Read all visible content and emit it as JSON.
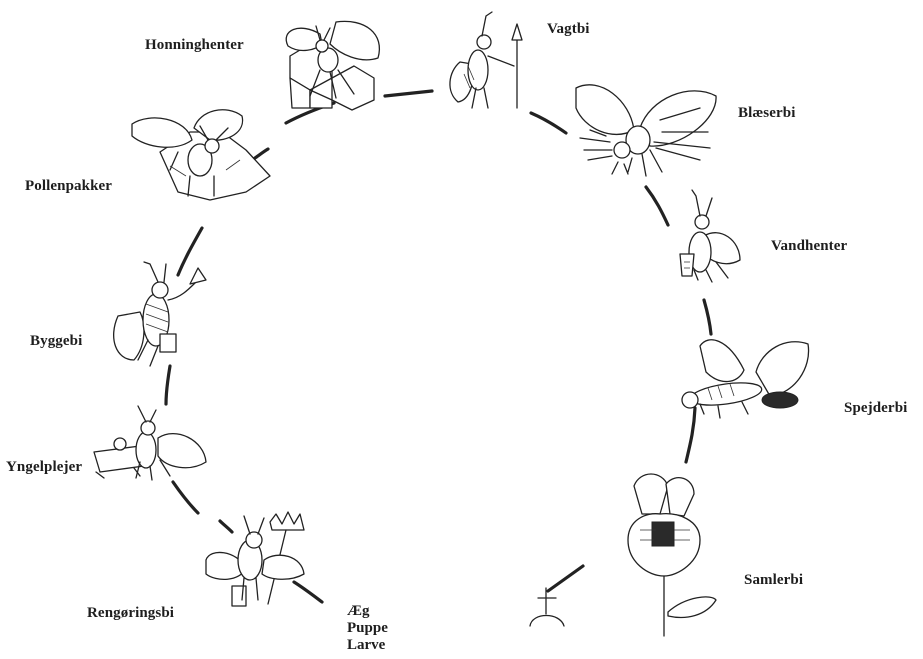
{
  "roles": {
    "honninghenter": "Honninghenter",
    "vagtbi": "Vagtbi",
    "blaeserbi": "Blæserbi",
    "pollenpakker": "Pollenpakker",
    "vandhenter": "Vandhenter",
    "byggebi": "Byggebi",
    "spejderbi": "Spejderbi",
    "yngelplejer": "Yngelplejer",
    "samlerbi": "Samlerbi",
    "rengoringsbi": "Rengøringsbi"
  },
  "stages": [
    "Æg",
    "Puppe",
    "Larve"
  ],
  "icons": {
    "cross": "grave-cross-icon",
    "ink_color": "#222222"
  }
}
